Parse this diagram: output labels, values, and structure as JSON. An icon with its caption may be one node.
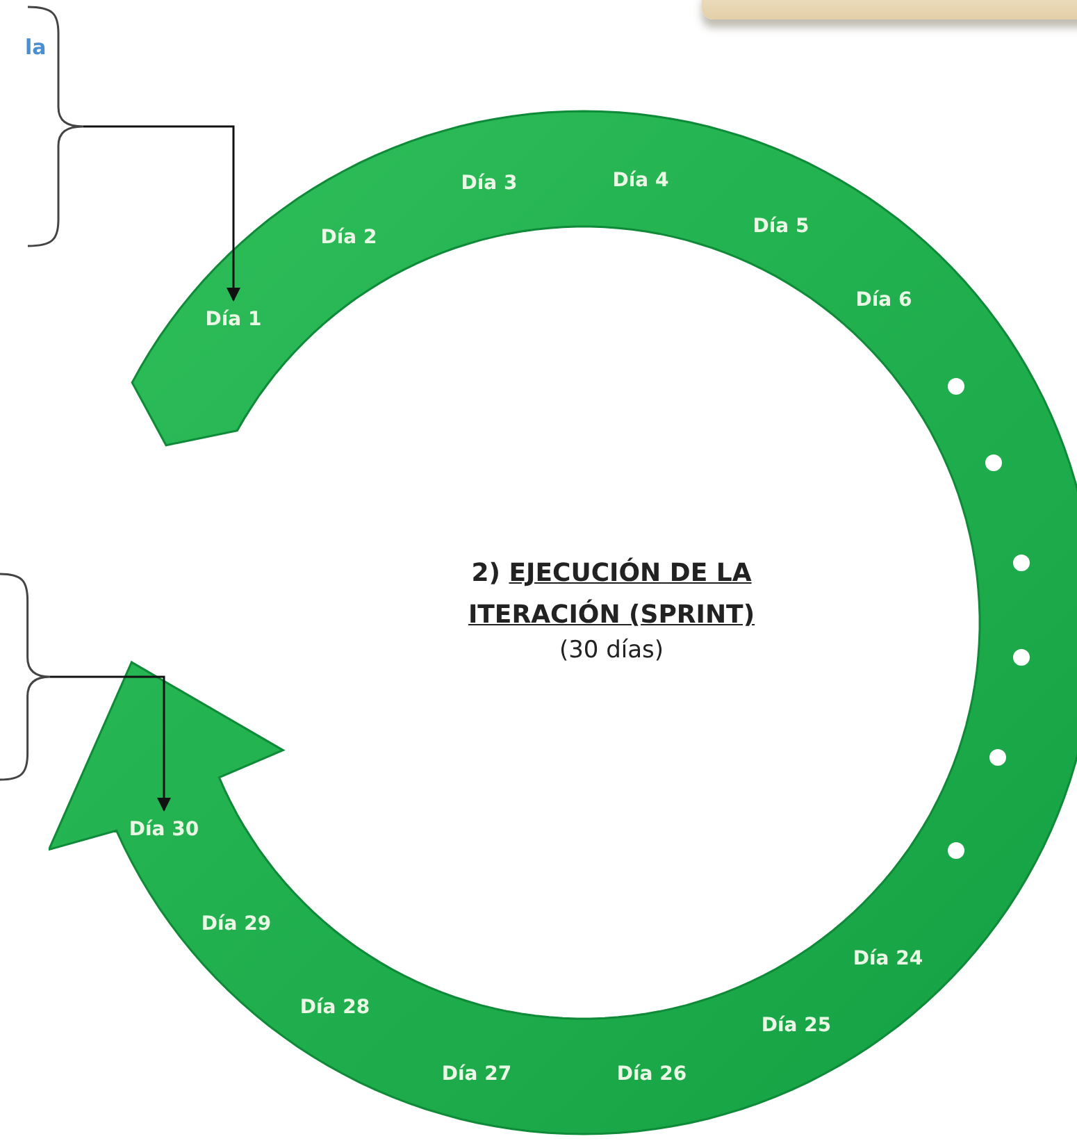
{
  "diagram": {
    "nodes": [
      {
        "text": [],
        "shape": "box"
      },
      {
        "text": [
          "2)",
          "EJECUCIÓN DE LA ITERACIÓN (SPRINT)",
          "(30 días)"
        ]
      },
      {
        "text": [
          "Día 1"
        ],
        "in": 1
      },
      {
        "text": [
          "Día 30"
        ],
        "in": 1
      },
      {
        "text": [],
        "shape": "brace"
      },
      {
        "text": [],
        "shape": "brace"
      }
    ],
    "edges": [
      {
        "from": 4,
        "to": 2,
        "arrow": "to"
      },
      {
        "from": 5,
        "to": 3,
        "arrow": "to"
      }
    ],
    "labels": [
      "la",
      "Día 3",
      "Día 4",
      "Día 2",
      "Día 5",
      "Día 6",
      "Día 29",
      "Día 24",
      "Día 28",
      "Día 25",
      "Día 27",
      "Día 26"
    ]
  }
}
